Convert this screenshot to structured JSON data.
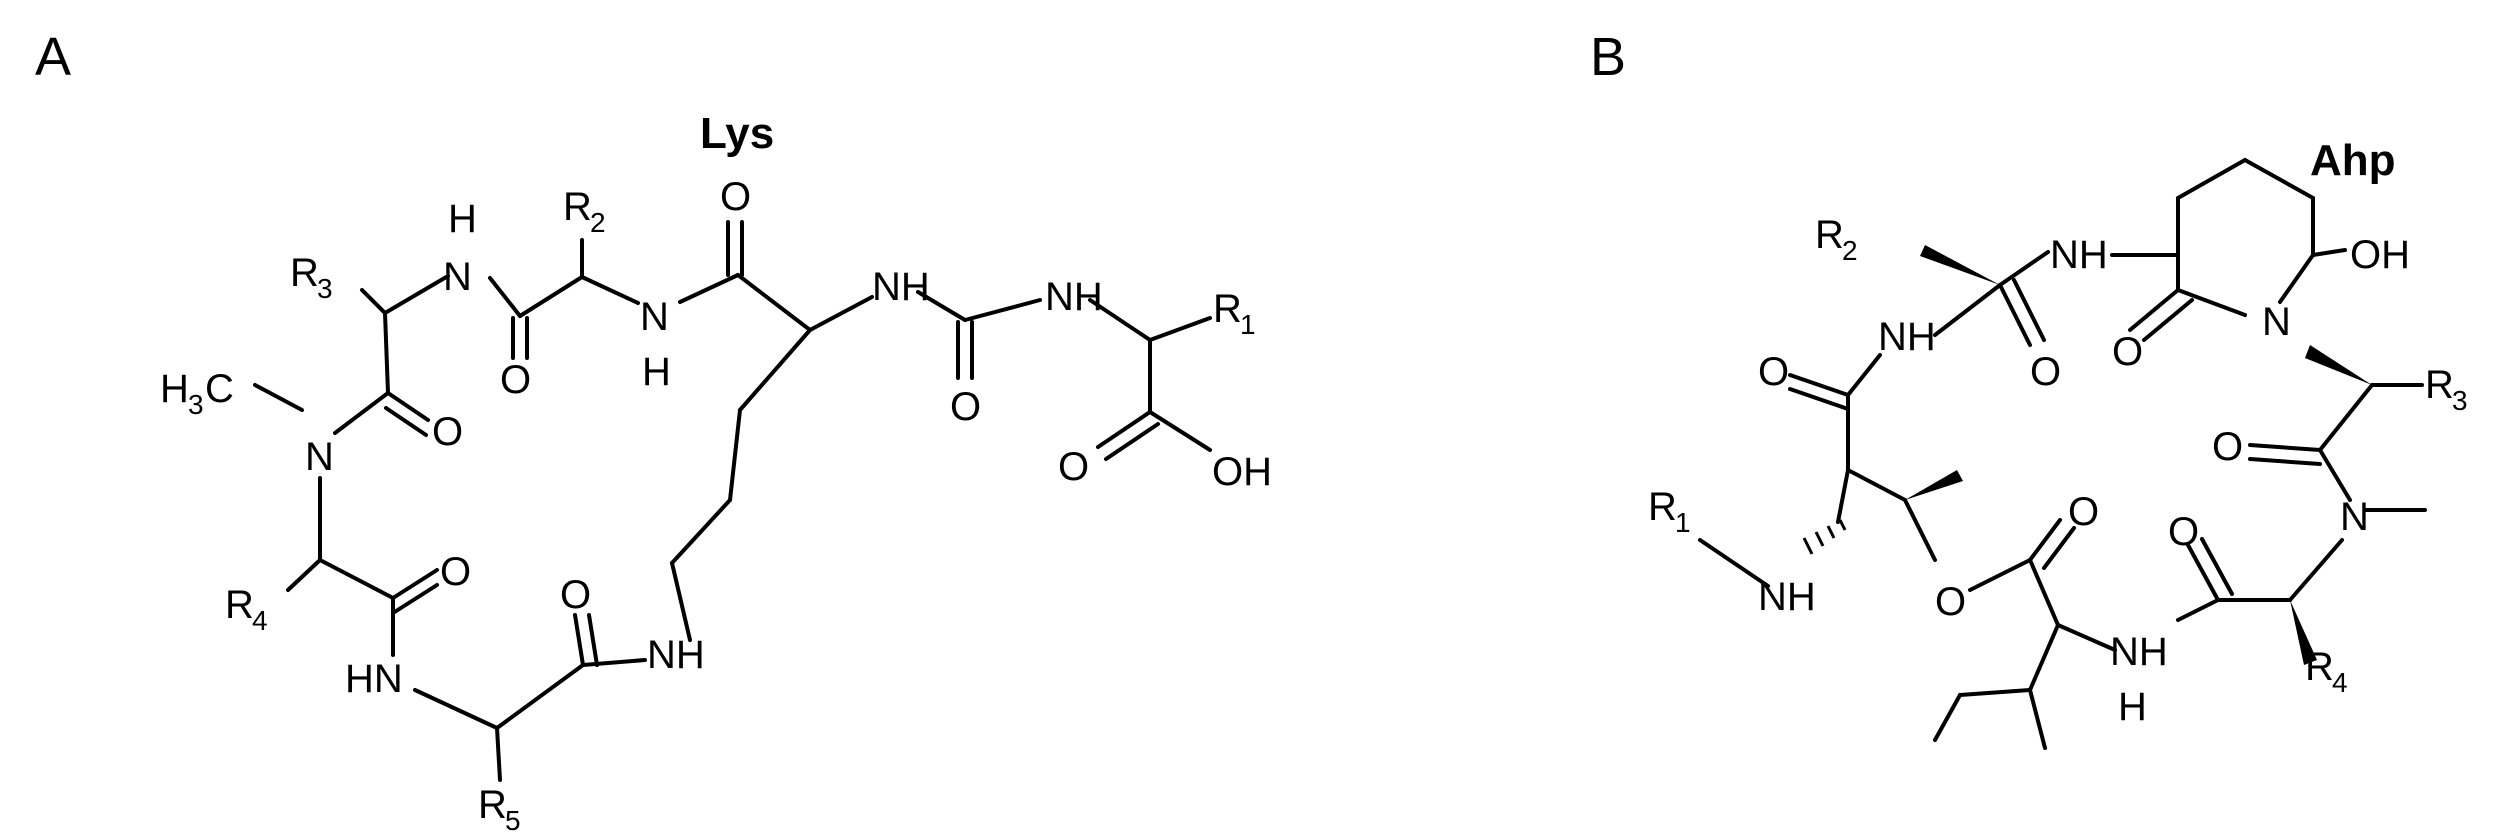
{
  "panels": [
    {
      "letter": "A",
      "residue": "Lys"
    },
    {
      "letter": "B",
      "residue": "Ahp"
    }
  ],
  "atoms": {
    "H": "H",
    "N": "N",
    "O": "O",
    "NH": "NH",
    "HN": "HN",
    "OH": "OH",
    "R": "R",
    "C": "C",
    "one": "1",
    "two": "2",
    "three": "3",
    "four": "4",
    "five": "5"
  }
}
